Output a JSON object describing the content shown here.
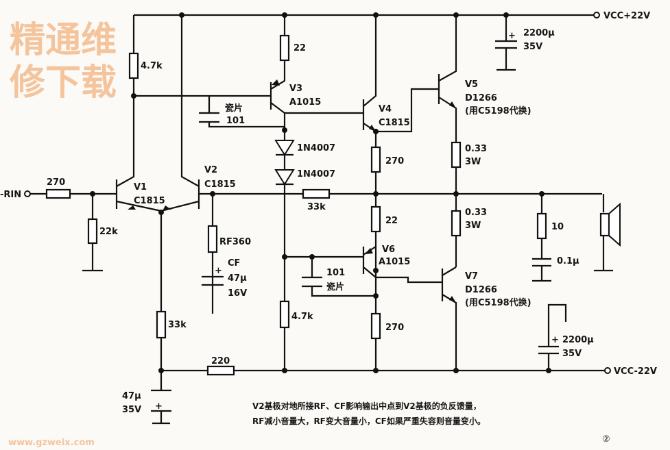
{
  "rails": {
    "vcc_pos": "VCC+22V",
    "vcc_neg": "VCC-22V",
    "input": "-RIN"
  },
  "components": {
    "r_in": "270",
    "r_22k": "22k",
    "r_4k7_top": "4.7k",
    "r_22_v3": "22",
    "c_ceramic_top": {
      "type": "瓷片",
      "value": "101"
    },
    "v1": {
      "name": "V1",
      "part": "C1815"
    },
    "v2": {
      "name": "V2",
      "part": "C1815"
    },
    "v3": {
      "name": "V3",
      "part": "A1015"
    },
    "v4": {
      "name": "V4",
      "part": "C1815"
    },
    "v5": {
      "name": "V5",
      "part": "D1266",
      "sub": "(用C5198代换)"
    },
    "v6": {
      "name": "V6",
      "part": "A1015"
    },
    "v7": {
      "name": "V7",
      "part": "D1266",
      "sub": "(用C5198代换)"
    },
    "d1": "1N4007",
    "d2": "1N4007",
    "r_33k_fb": "33k",
    "r_270_top": "270",
    "r_22_mid": "22",
    "r_270_bot": "270",
    "r_033_top": {
      "value": "0.33",
      "power": "3W"
    },
    "r_033_bot": {
      "value": "0.33",
      "power": "3W"
    },
    "rf": "RF360",
    "cf": {
      "name": "CF",
      "value": "47μ",
      "voltage": "16V"
    },
    "c_ceramic_bot": {
      "value": "101",
      "type": "瓷片"
    },
    "r_4k7_bot": "4.7k",
    "r_33k_tail": "33k",
    "r_220": "220",
    "c_47": {
      "value": "47μ",
      "voltage": "35V"
    },
    "c_2200_top": {
      "value": "2200μ",
      "voltage": "35V"
    },
    "c_2200_bot": {
      "value": "2200μ",
      "voltage": "35V"
    },
    "zobel_r": "10",
    "zobel_c": "0.1μ"
  },
  "watermark": {
    "cn": "精通维修下载",
    "url": "www.gzweix.com"
  },
  "caption": {
    "line1": "V2基极对地所接RF、CF影响输出中点到V2基极的负反馈量，",
    "line2": "RF减小音量大，RF变大音量小，CF如果严重失容则音量变小。"
  },
  "figure_number": "②"
}
